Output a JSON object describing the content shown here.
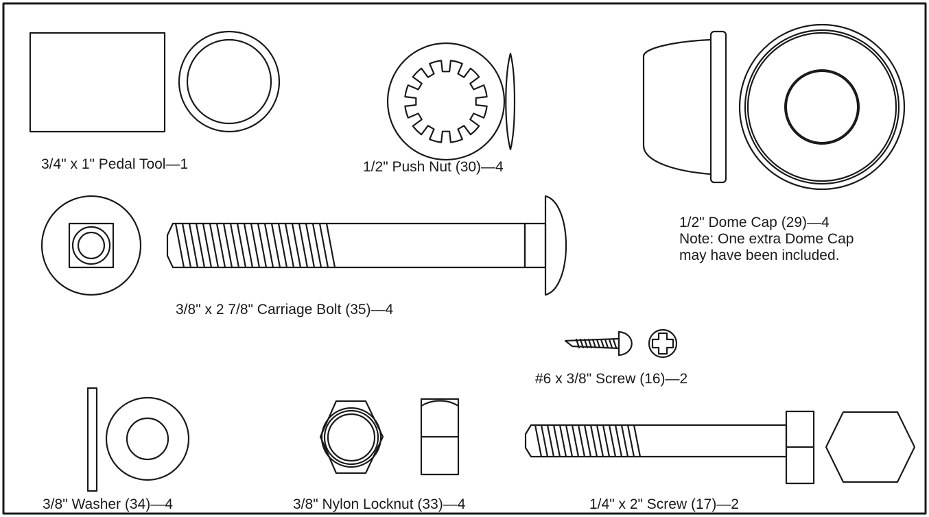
{
  "parts": {
    "pedal_tool": {
      "label": "3/4\" x 1\" Pedal Tool—1"
    },
    "push_nut": {
      "label": "1/2\" Push Nut (30)—4"
    },
    "dome_cap": {
      "label": "1/2\" Dome Cap (29)—4",
      "note_line1": "Note: One extra Dome Cap",
      "note_line2": "may have been included."
    },
    "carriage_bolt": {
      "label": "3/8\" x 2 7/8\" Carriage Bolt (35)—4"
    },
    "small_screw": {
      "label": "#6 x 3/8\" Screw (16)—2"
    },
    "washer": {
      "label": "3/8\" Washer (34)—4"
    },
    "locknut": {
      "label": "3/8\" Nylon Locknut (33)—4"
    },
    "hex_screw": {
      "label": "1/4\" x 2\" Screw (17)—2"
    }
  },
  "colors": {
    "line": "#1a1a1a",
    "background": "#ffffff"
  }
}
